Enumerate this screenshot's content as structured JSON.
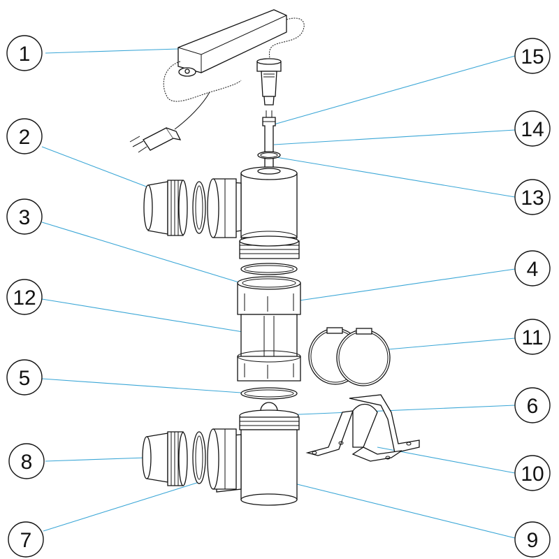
{
  "callouts": [
    {
      "id": "c1",
      "label": "1"
    },
    {
      "id": "c2",
      "label": "2"
    },
    {
      "id": "c3",
      "label": "3"
    },
    {
      "id": "c4",
      "label": "4"
    },
    {
      "id": "c5",
      "label": "5"
    },
    {
      "id": "c6",
      "label": "6"
    },
    {
      "id": "c7",
      "label": "7"
    },
    {
      "id": "c8",
      "label": "8"
    },
    {
      "id": "c9",
      "label": "9"
    },
    {
      "id": "c10",
      "label": "10"
    },
    {
      "id": "c11",
      "label": "11"
    },
    {
      "id": "c12",
      "label": "12"
    },
    {
      "id": "c13",
      "label": "13"
    },
    {
      "id": "c14",
      "label": "14"
    },
    {
      "id": "c15",
      "label": "15"
    }
  ],
  "colors": {
    "leader_line": "#3aa6d6",
    "outline": "#111111",
    "background": "#ffffff"
  }
}
